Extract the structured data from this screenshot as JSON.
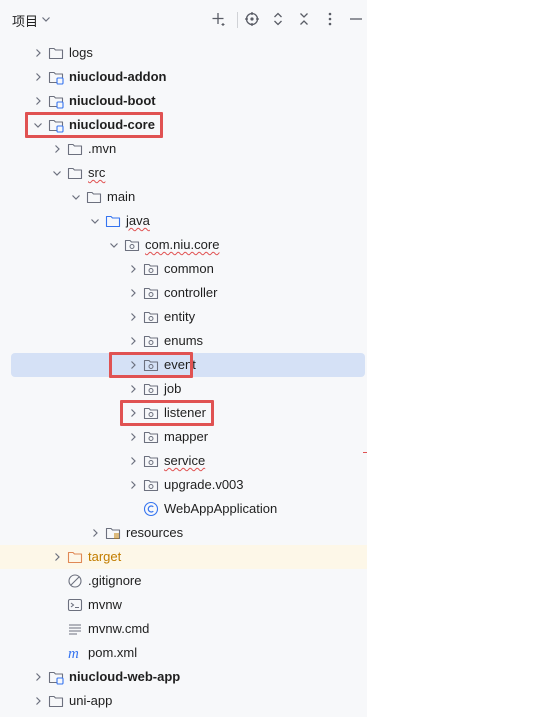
{
  "header": {
    "title": "项目",
    "toolbar": [
      "add-icon",
      "locate-icon",
      "expand-icon",
      "collapse-icon",
      "more-icon",
      "minimize-icon"
    ]
  },
  "tree": {
    "items": [
      {
        "label": "logs",
        "depth": 1,
        "expanded": false,
        "icon": "folder-icon",
        "bold": false
      },
      {
        "label": "niucloud-addon",
        "depth": 1,
        "expanded": false,
        "icon": "module-icon",
        "bold": true
      },
      {
        "label": "niucloud-boot",
        "depth": 1,
        "expanded": false,
        "icon": "module-icon",
        "bold": true
      },
      {
        "label": "niucloud-core",
        "depth": 1,
        "expanded": true,
        "icon": "module-icon",
        "bold": true,
        "boxed": true
      },
      {
        "label": ".mvn",
        "depth": 2,
        "expanded": false,
        "icon": "folder-icon"
      },
      {
        "label": "src",
        "depth": 2,
        "expanded": true,
        "icon": "folder-icon",
        "wavy": true
      },
      {
        "label": "main",
        "depth": 3,
        "expanded": true,
        "icon": "folder-icon"
      },
      {
        "label": "java",
        "depth": 4,
        "expanded": true,
        "icon": "source-folder-icon",
        "wavy": true
      },
      {
        "label": "com.niu.core",
        "depth": 5,
        "expanded": true,
        "icon": "package-icon",
        "wavy": true
      },
      {
        "label": "common",
        "depth": 6,
        "expanded": false,
        "icon": "package-icon"
      },
      {
        "label": "controller",
        "depth": 6,
        "expanded": false,
        "icon": "package-icon"
      },
      {
        "label": "entity",
        "depth": 6,
        "expanded": false,
        "icon": "package-icon"
      },
      {
        "label": "enums",
        "depth": 6,
        "expanded": false,
        "icon": "package-icon"
      },
      {
        "label": "event",
        "depth": 6,
        "expanded": false,
        "icon": "package-icon",
        "selected": true,
        "boxed": true
      },
      {
        "label": "job",
        "depth": 6,
        "expanded": false,
        "icon": "package-icon"
      },
      {
        "label": "listener",
        "depth": 6,
        "expanded": false,
        "icon": "package-icon",
        "boxed": true
      },
      {
        "label": "mapper",
        "depth": 6,
        "expanded": false,
        "icon": "package-icon"
      },
      {
        "label": "service",
        "depth": 6,
        "expanded": false,
        "icon": "package-icon",
        "wavy": true
      },
      {
        "label": "upgrade.v003",
        "depth": 6,
        "expanded": false,
        "icon": "package-icon"
      },
      {
        "label": "WebAppApplication",
        "depth": 6,
        "expanded": null,
        "icon": "java-class-icon"
      },
      {
        "label": "resources",
        "depth": 4,
        "expanded": false,
        "icon": "resources-folder-icon"
      },
      {
        "label": "target",
        "depth": 2,
        "expanded": false,
        "icon": "excluded-folder-icon",
        "orange": true,
        "highlight": true
      },
      {
        "label": ".gitignore",
        "depth": 2,
        "expanded": null,
        "icon": "ignore-file-icon"
      },
      {
        "label": "mvnw",
        "depth": 2,
        "expanded": null,
        "icon": "shell-file-icon"
      },
      {
        "label": "mvnw.cmd",
        "depth": 2,
        "expanded": null,
        "icon": "text-file-icon"
      },
      {
        "label": "pom.xml",
        "depth": 2,
        "expanded": null,
        "icon": "maven-file-icon"
      },
      {
        "label": "niucloud-web-app",
        "depth": 1,
        "expanded": false,
        "icon": "module-icon",
        "bold": true
      },
      {
        "label": "uni-app",
        "depth": 1,
        "expanded": false,
        "icon": "folder-icon"
      }
    ]
  },
  "colors": {
    "panel_bg": "#f7f8fa",
    "selection": "#d5e1f6",
    "highlight_row": "#fdf7e8",
    "annotation_box": "#e05252",
    "target_text": "#c27d00"
  }
}
